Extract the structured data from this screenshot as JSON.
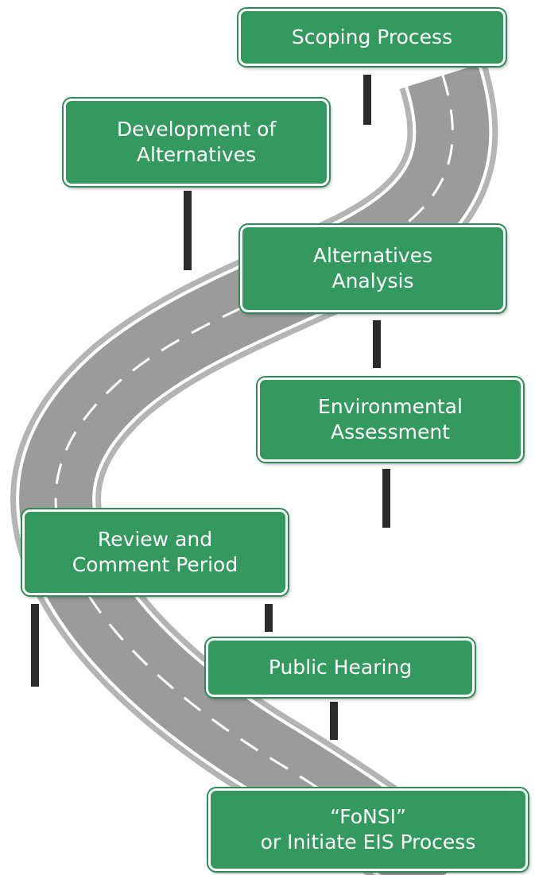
{
  "colors": {
    "sign_fill": "#33995f",
    "sign_border": "#ffffff",
    "road": "#9b9b9b",
    "road_edge": "#ffffff",
    "post": "#2b2b2b"
  },
  "steps": [
    {
      "lines": [
        "Scoping Process"
      ]
    },
    {
      "lines": [
        "Development of",
        "Alternatives"
      ]
    },
    {
      "lines": [
        "Alternatives",
        "Analysis"
      ]
    },
    {
      "lines": [
        "Environmental",
        "Assessment"
      ]
    },
    {
      "lines": [
        "Review and",
        "Comment Period"
      ]
    },
    {
      "lines": [
        "Public Hearing"
      ]
    },
    {
      "lines": [
        "“FoNSI”",
        "or Initiate EIS Process"
      ]
    }
  ]
}
